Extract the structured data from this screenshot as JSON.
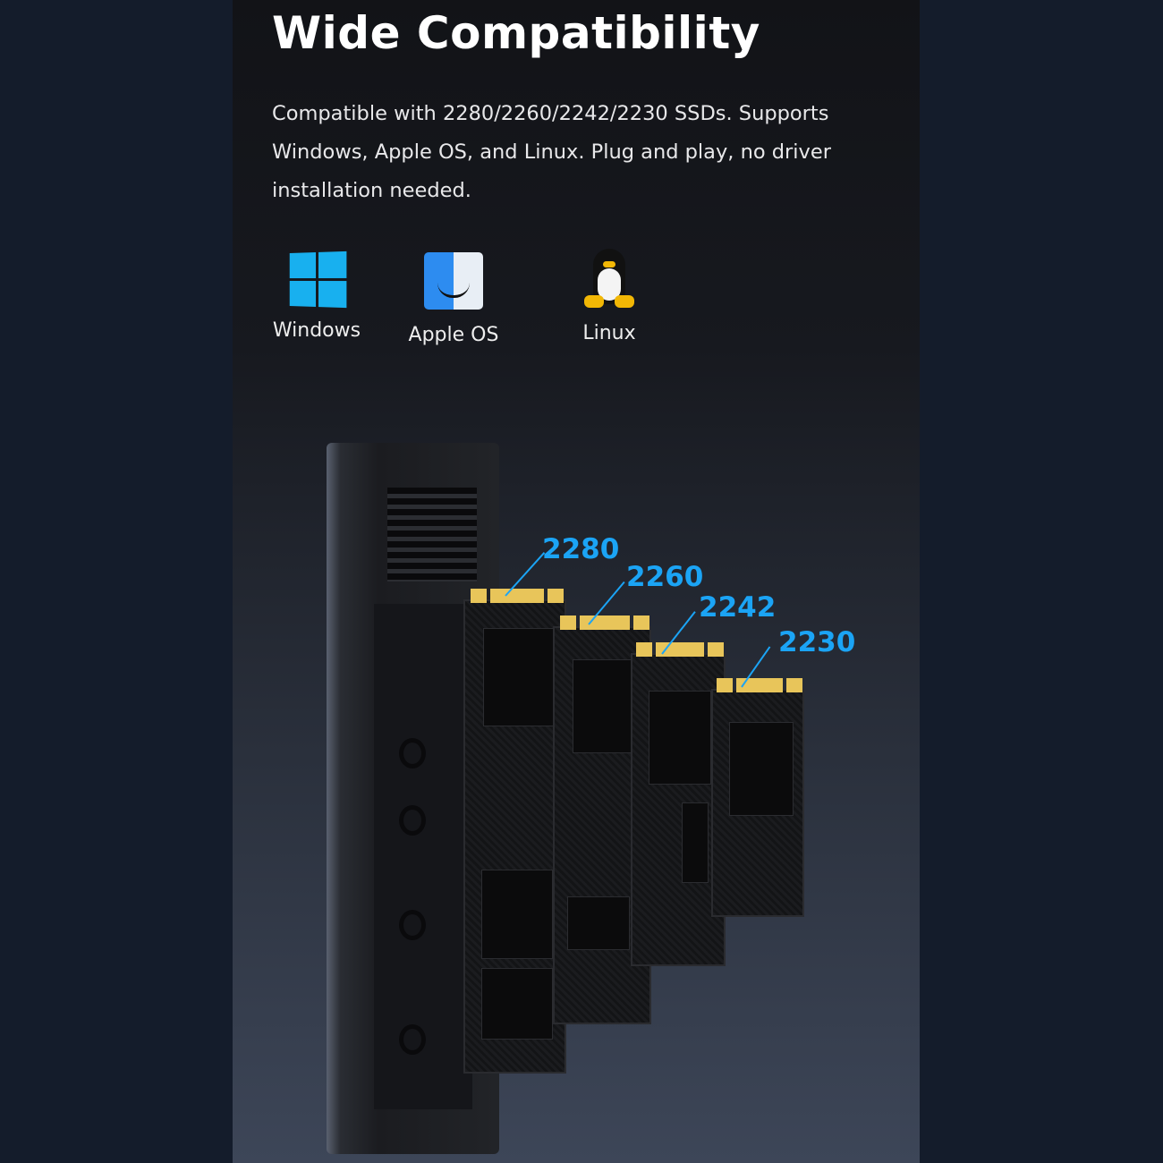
{
  "title": "Wide Compatibility",
  "description": "Compatible with 2280/2260/2242/2230 SSDs. Supports Windows, Apple OS, and Linux. Plug and play, no driver installation needed.",
  "os": [
    {
      "label": "Windows",
      "icon": "windows-logo-icon"
    },
    {
      "label": "Apple OS",
      "icon": "finder-icon"
    },
    {
      "label": "Linux",
      "icon": "tux-penguin-icon"
    }
  ],
  "sizes": [
    "2280",
    "2260",
    "2242",
    "2230"
  ],
  "colors": {
    "accent": "#1ba4f5",
    "background": "#141c2b"
  }
}
